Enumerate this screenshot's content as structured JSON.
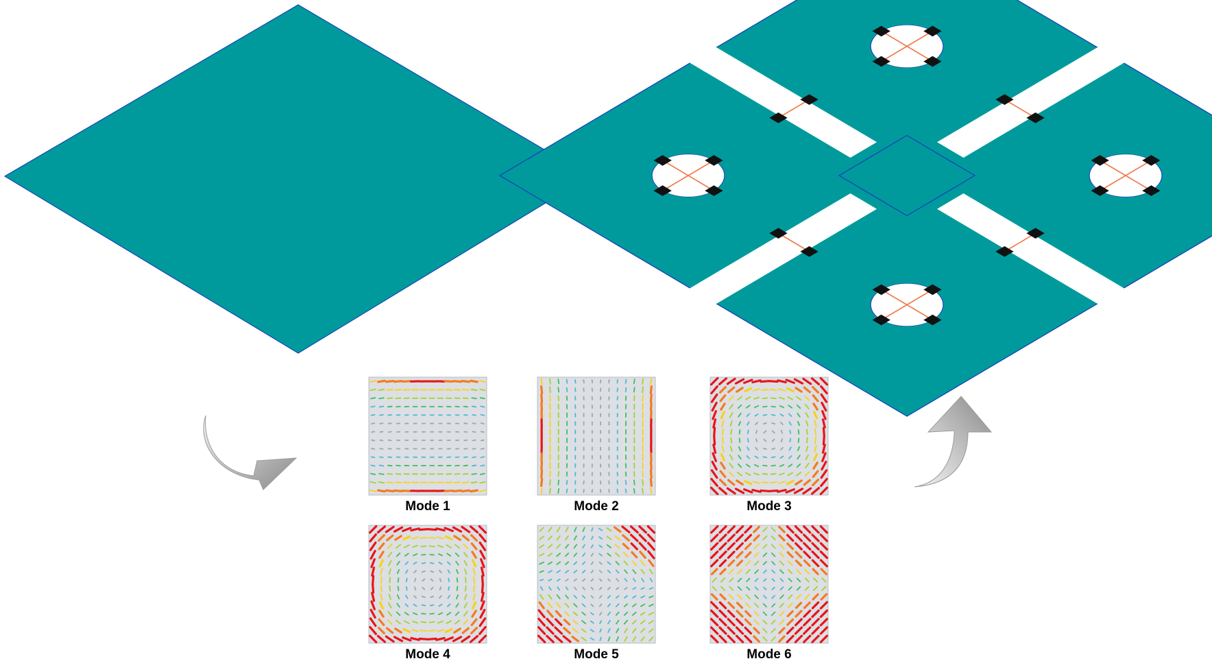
{
  "figure": {
    "colors": {
      "plate": "#019A9C",
      "plate_edge": "#1546B8",
      "hole": "#ffffff",
      "feed_line": "#F07A4A",
      "port": "#111111",
      "mode_bg": "#DCDFE3",
      "arrow": "#BDBDBD"
    },
    "left_panel": {
      "name": "unmodified square patch"
    },
    "right_panel": {
      "name": "modified four-sub-patch antenna",
      "sub_patches": 4,
      "rings": 4,
      "port_pairs": 4
    },
    "modes": [
      {
        "label": "Mode 1",
        "pattern": "horizontal-edges"
      },
      {
        "label": "Mode 2",
        "pattern": "vertical-edges"
      },
      {
        "label": "Mode 3",
        "pattern": "all-edges-vortex"
      },
      {
        "label": "Mode 4",
        "pattern": "all-edges-loop"
      },
      {
        "label": "Mode 5",
        "pattern": "corner-quadrupole"
      },
      {
        "label": "Mode 6",
        "pattern": "corner-lobes"
      }
    ],
    "arrows": [
      {
        "name": "curved-arrow-down-right"
      },
      {
        "name": "curved-arrow-up-right"
      }
    ]
  }
}
